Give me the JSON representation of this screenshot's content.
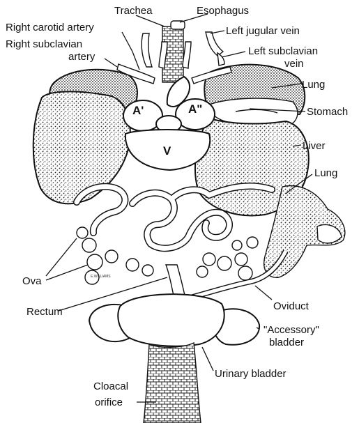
{
  "labels": {
    "trachea": "Trachea",
    "esophagus": "Esophagus",
    "right_carotid_artery": "Right carotid artery",
    "left_jugular_vein": "Left jugular vein",
    "right_subclavian_artery_line1": "Right subclavian",
    "right_subclavian_artery_line2": "artery",
    "left_subclavian_vein_line1": "Left subclavian",
    "left_subclavian_vein_line2": "vein",
    "lung_upper": "Lung",
    "stomach": "Stomach",
    "liver": "Liver",
    "lung_lower": "Lung",
    "ova": "Ova",
    "rectum": "Rectum",
    "oviduct": "Oviduct",
    "accessory_bladder_line1": "\"Accessory\"",
    "accessory_bladder_line2": "bladder",
    "urinary_bladder": "Urinary bladder",
    "cloacal_orifice_line1": "Cloacal",
    "cloacal_orifice_line2": "orifice"
  },
  "inner_labels": {
    "atrium_right": "A'",
    "atrium_left": "A\"",
    "ventricle": "V"
  },
  "signature": "E.WILLIAMS"
}
